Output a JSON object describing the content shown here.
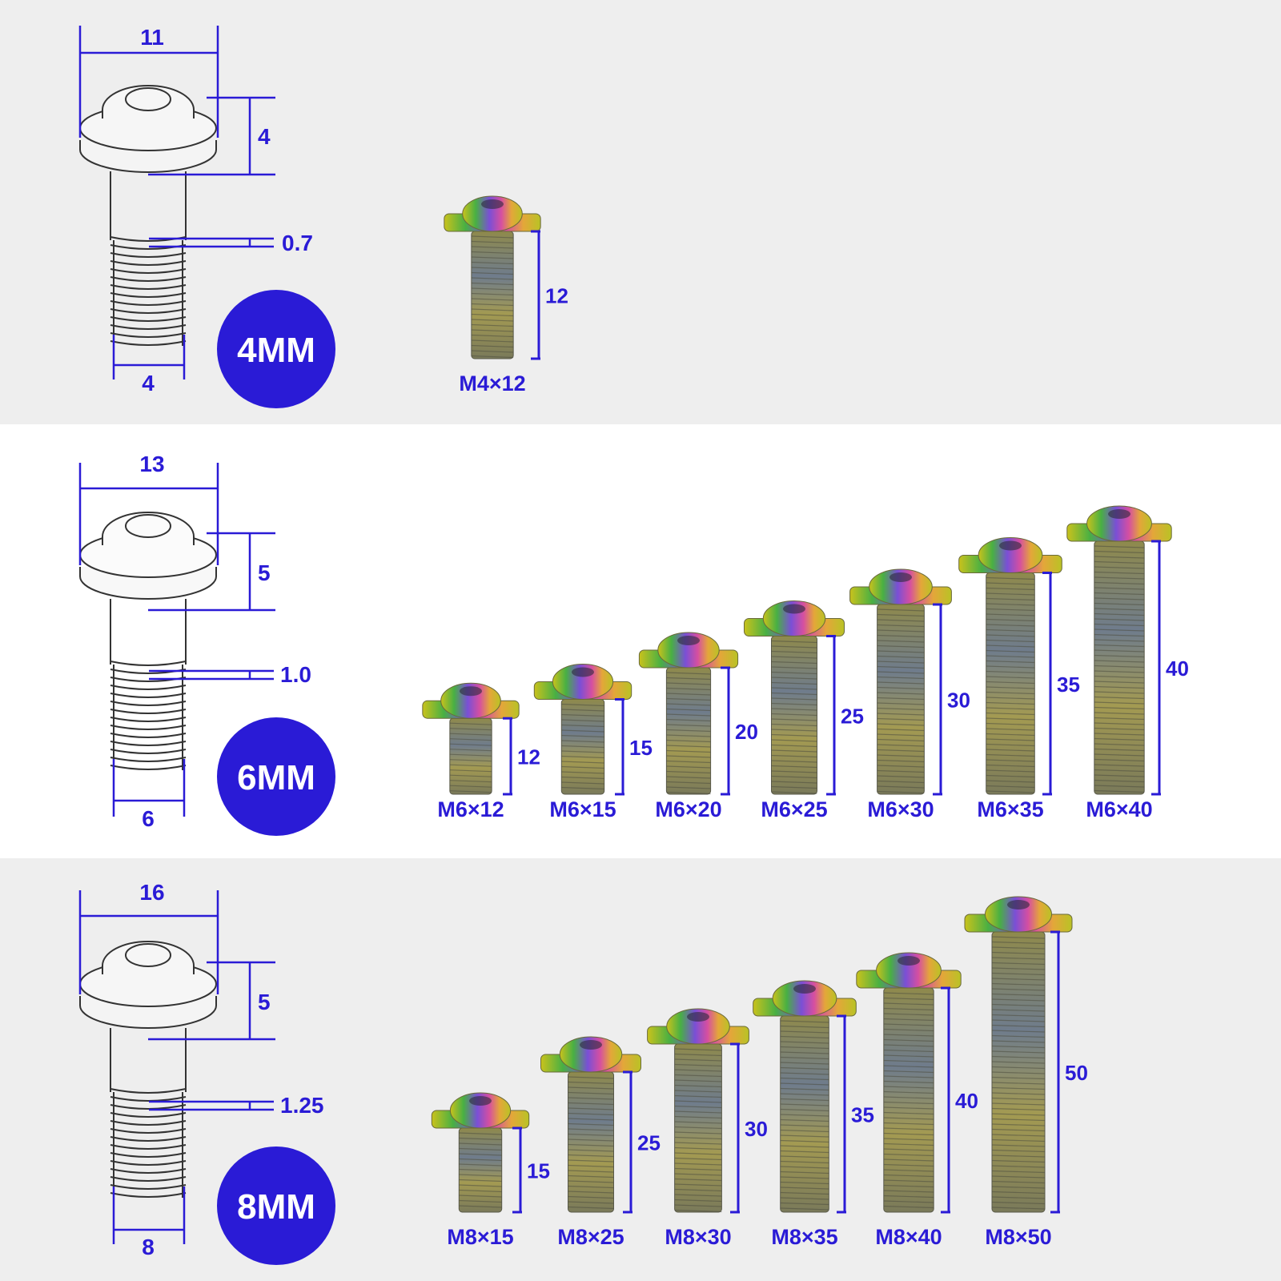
{
  "colors": {
    "accent": "#2a1bd6",
    "band_light": "#eeeeee",
    "band_white": "#ffffff",
    "drawing_line": "#333333"
  },
  "sections": [
    {
      "badge": "4MM",
      "drawing": {
        "head_width": "11",
        "head_height": "4",
        "thread_pitch": "0.7",
        "shank_diameter": "4"
      },
      "bolts": [
        {
          "label": "M4×12",
          "length": "12",
          "mm": 12
        }
      ]
    },
    {
      "badge": "6MM",
      "drawing": {
        "head_width": "13",
        "head_height": "5",
        "thread_pitch": "1.0",
        "shank_diameter": "6"
      },
      "bolts": [
        {
          "label": "M6×12",
          "length": "12",
          "mm": 12
        },
        {
          "label": "M6×15",
          "length": "15",
          "mm": 15
        },
        {
          "label": "M6×20",
          "length": "20",
          "mm": 20
        },
        {
          "label": "M6×25",
          "length": "25",
          "mm": 25
        },
        {
          "label": "M6×30",
          "length": "30",
          "mm": 30
        },
        {
          "label": "M6×35",
          "length": "35",
          "mm": 35
        },
        {
          "label": "M6×40",
          "length": "40",
          "mm": 40
        }
      ]
    },
    {
      "badge": "8MM",
      "drawing": {
        "head_width": "16",
        "head_height": "5",
        "thread_pitch": "1.25",
        "shank_diameter": "8"
      },
      "bolts": [
        {
          "label": "M8×15",
          "length": "15",
          "mm": 15
        },
        {
          "label": "M8×25",
          "length": "25",
          "mm": 25
        },
        {
          "label": "M8×30",
          "length": "30",
          "mm": 30
        },
        {
          "label": "M8×35",
          "length": "35",
          "mm": 35
        },
        {
          "label": "M8×40",
          "length": "40",
          "mm": 40
        },
        {
          "label": "M8×50",
          "length": "50",
          "mm": 50
        }
      ]
    }
  ]
}
